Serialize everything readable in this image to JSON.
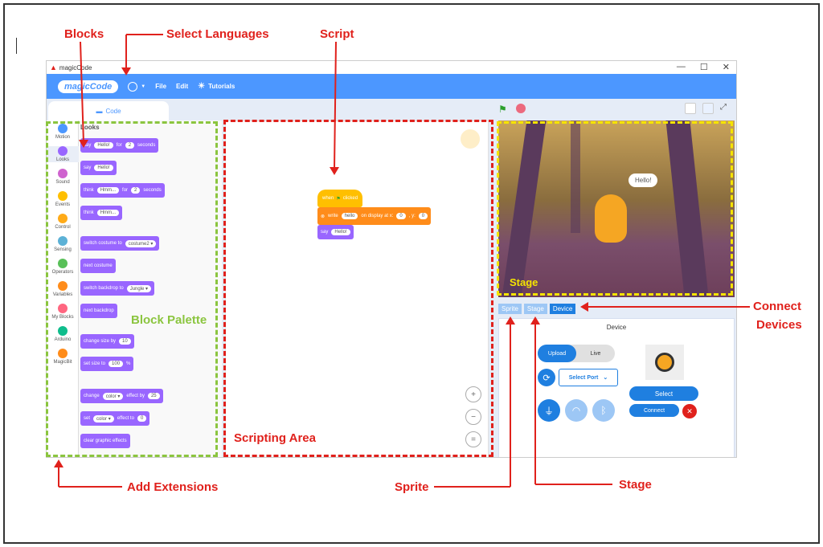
{
  "annotations": {
    "blocks": "Blocks",
    "select_languages": "Select Languages",
    "script": "Script",
    "block_palette": "Block Palette",
    "scripting_area": "Scripting Area",
    "stage_label": "Stage",
    "connect_devices_1": "Connect",
    "connect_devices_2": "Devices",
    "add_extensions": "Add Extensions",
    "sprite": "Sprite",
    "stage": "Stage"
  },
  "window": {
    "title": "magicCode",
    "controls": [
      "—",
      "☐",
      "✕"
    ]
  },
  "menubar": {
    "logo": "magicCode",
    "file": "File",
    "edit": "Edit",
    "tutorials": "Tutorials"
  },
  "tabs": {
    "code": "Code"
  },
  "categories": [
    {
      "label": "Motion",
      "color": "#4c97ff"
    },
    {
      "label": "Looks",
      "color": "#9966ff"
    },
    {
      "label": "Sound",
      "color": "#cf63cf"
    },
    {
      "label": "Events",
      "color": "#ffbf00"
    },
    {
      "label": "Control",
      "color": "#ffab19"
    },
    {
      "label": "Sensing",
      "color": "#5cb1d6"
    },
    {
      "label": "Operators",
      "color": "#59c059"
    },
    {
      "label": "Variables",
      "color": "#ff8c1a"
    },
    {
      "label": "My Blocks",
      "color": "#ff6680"
    },
    {
      "label": "Arduino",
      "color": "#0fbd8c"
    },
    {
      "label": "MagicBit",
      "color": "#ff8c1a"
    }
  ],
  "palette": {
    "heading": "Looks",
    "blocks": {
      "b1": {
        "pre": "say",
        "v1": "Hello!",
        "mid": "for",
        "v2": "2",
        "post": "seconds"
      },
      "b2": {
        "pre": "say",
        "v1": "Hello!"
      },
      "b3": {
        "pre": "think",
        "v1": "Hmm...",
        "mid": "for",
        "v2": "2",
        "post": "seconds"
      },
      "b4": {
        "pre": "think",
        "v1": "Hmm..."
      },
      "b5": {
        "pre": "switch costume to",
        "v1": "costume2 ▾"
      },
      "b6": {
        "pre": "next costume"
      },
      "b7": {
        "pre": "switch backdrop to",
        "v1": "Jungle ▾"
      },
      "b8": {
        "pre": "next backdrop"
      },
      "b9": {
        "pre": "change size by",
        "v1": "10"
      },
      "b10": {
        "pre": "set size to",
        "v1": "100",
        "post": "%"
      },
      "b11": {
        "pre": "change",
        "v1": "color ▾",
        "mid": "effect by",
        "v2": "25"
      },
      "b12": {
        "pre": "set",
        "v1": "color ▾",
        "mid": "effect to",
        "v2": "0"
      },
      "b13": {
        "pre": "clear graphic effects"
      }
    }
  },
  "script": {
    "hat_pre": "when",
    "hat_post": "clicked",
    "write": "write",
    "write_val": "hello",
    "write_mid": "on display at x:",
    "x": "0",
    "ylabel": ", y:",
    "y": "0",
    "say": "say",
    "say_val": "Hello!"
  },
  "stage": {
    "bubble": "Hello!"
  },
  "stage_tabs": {
    "sprite": "Sprite",
    "stage": "Stage",
    "device": "Device"
  },
  "device": {
    "title": "Device",
    "upload": "Upload",
    "live": "Live",
    "select_port": "Select Port",
    "select": "Select",
    "connect": "Connect"
  },
  "zoom": {
    "in": "+",
    "out": "−",
    "reset": "="
  }
}
